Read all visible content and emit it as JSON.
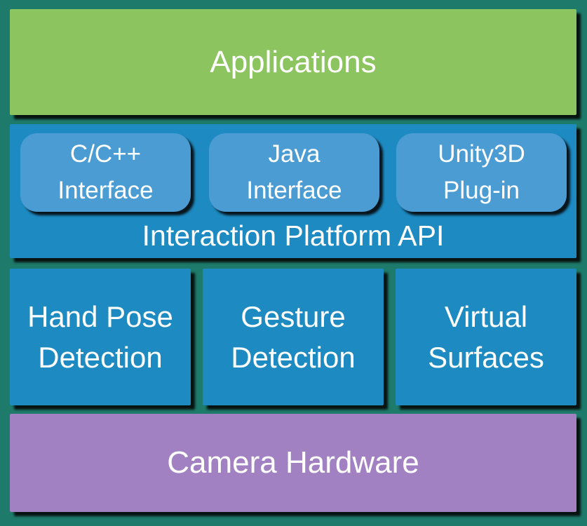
{
  "colors": {
    "background": "#1e7b6b",
    "applications": "#8cc45f",
    "platform": "#1d8ac2",
    "interface_box": "#4c9cd4",
    "hardware": "#a181c2",
    "text": "#ffffff",
    "shadow": "rgba(5,5,5,0.88)"
  },
  "layers": {
    "applications": {
      "label": "Applications"
    },
    "api": {
      "label": "Interaction Platform API",
      "interfaces": [
        {
          "lines": [
            "C/C++",
            "Interface"
          ]
        },
        {
          "lines": [
            "Java",
            "Interface"
          ]
        },
        {
          "lines": [
            "Unity3D",
            "Plug-in"
          ]
        }
      ]
    },
    "modules": [
      {
        "lines": [
          "Hand Pose",
          "Detection"
        ]
      },
      {
        "lines": [
          "Gesture",
          "Detection"
        ]
      },
      {
        "lines": [
          "Virtual",
          "Surfaces"
        ]
      }
    ],
    "hardware": {
      "label": "Camera Hardware"
    }
  }
}
